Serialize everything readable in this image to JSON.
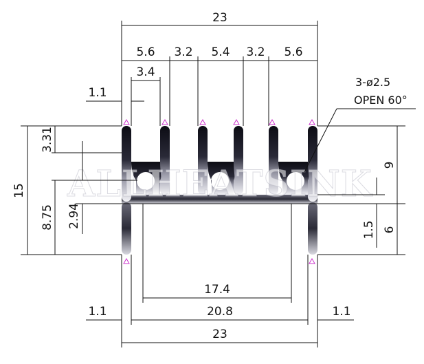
{
  "dimensions": {
    "top_overall": "23",
    "fin_width": "5.6",
    "gap_a": "3.2",
    "center_span": "5.4",
    "gap_b": "3.2",
    "fin_width_right": "5.6",
    "slot_span": "3.4",
    "fin_thickness": "1.1",
    "height_total": "15",
    "fin_depth": "3.31",
    "base_height": "8.75",
    "hole_offset": "2.94",
    "fin_height": "9",
    "base_thickness": "1.5",
    "leg_height": "6",
    "inner_width": "17.4",
    "outer_width": "20.8",
    "leg_left": "1.1",
    "leg_right": "1.1",
    "bottom_overall": "23"
  },
  "notes": {
    "hole_spec": "3-ø2.5",
    "open_spec": "OPEN 60°"
  },
  "watermark": "ALLHEATSINK",
  "colors": {
    "line": "#111111",
    "marker": "#cc33cc",
    "body_dark": "#14141c",
    "body_light": "#e4e4ea"
  }
}
